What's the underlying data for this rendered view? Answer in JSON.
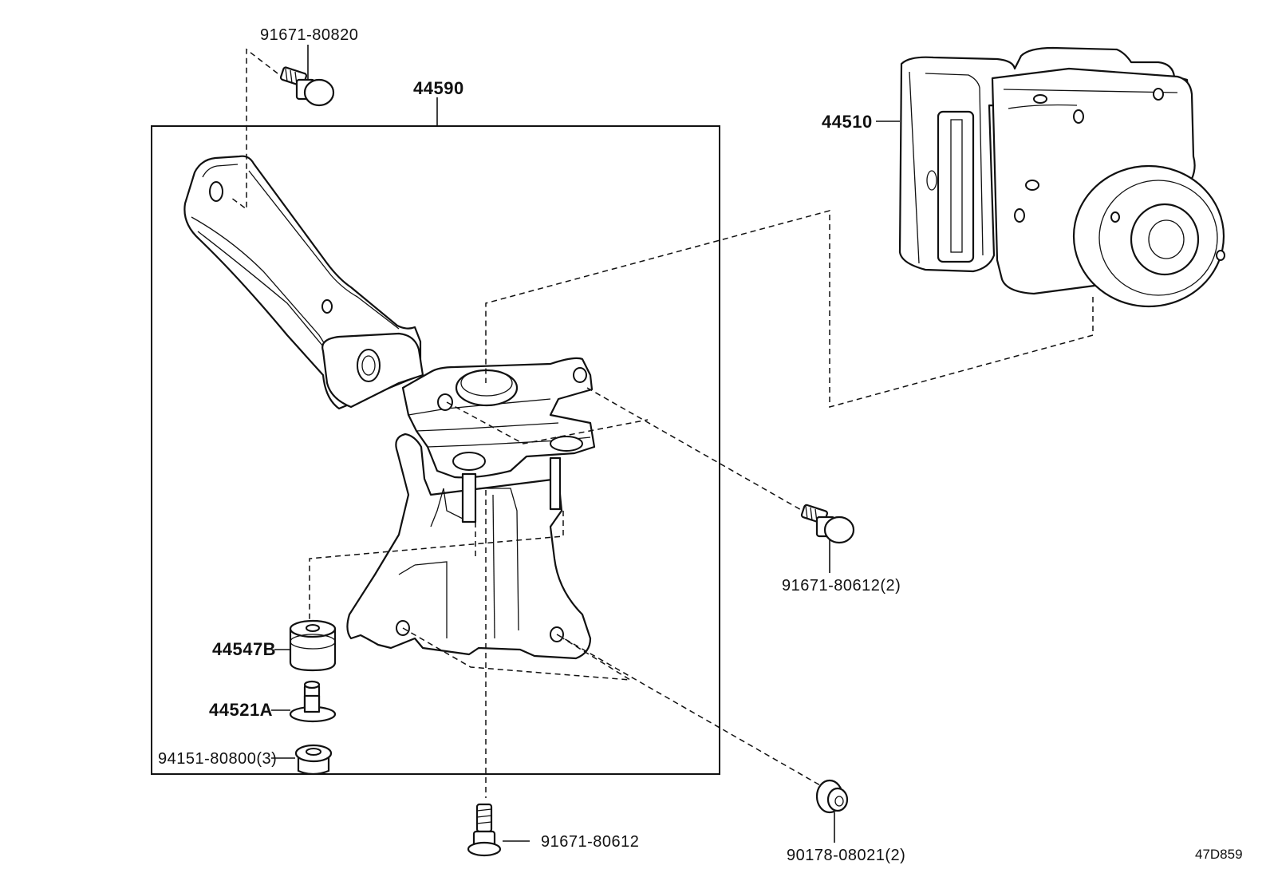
{
  "assembly": {
    "label": "44590"
  },
  "parts": {
    "bolt_top": {
      "label": "91671-80820"
    },
    "actuator": {
      "label": "44510"
    },
    "bolt_right": {
      "label": "91671-80612(2)"
    },
    "bushing": {
      "label": "44547B"
    },
    "collar": {
      "label": "44521A"
    },
    "nut_inner": {
      "label": "94151-80800(3)"
    },
    "bolt_bottom": {
      "label": "91671-80612"
    },
    "bolt_lower_right": {
      "label": "90178-08021(2)"
    }
  },
  "drawing_code": "47D859",
  "icons": {
    "bracket": "abs-bracket-icon",
    "actuator": "abs-actuator-icon",
    "bolt": "flange-bolt-icon",
    "bushing": "rubber-bushing-icon",
    "collar": "collar-icon",
    "nut": "flange-nut-icon"
  },
  "colors": {
    "line": "#111111",
    "background": "#ffffff"
  }
}
